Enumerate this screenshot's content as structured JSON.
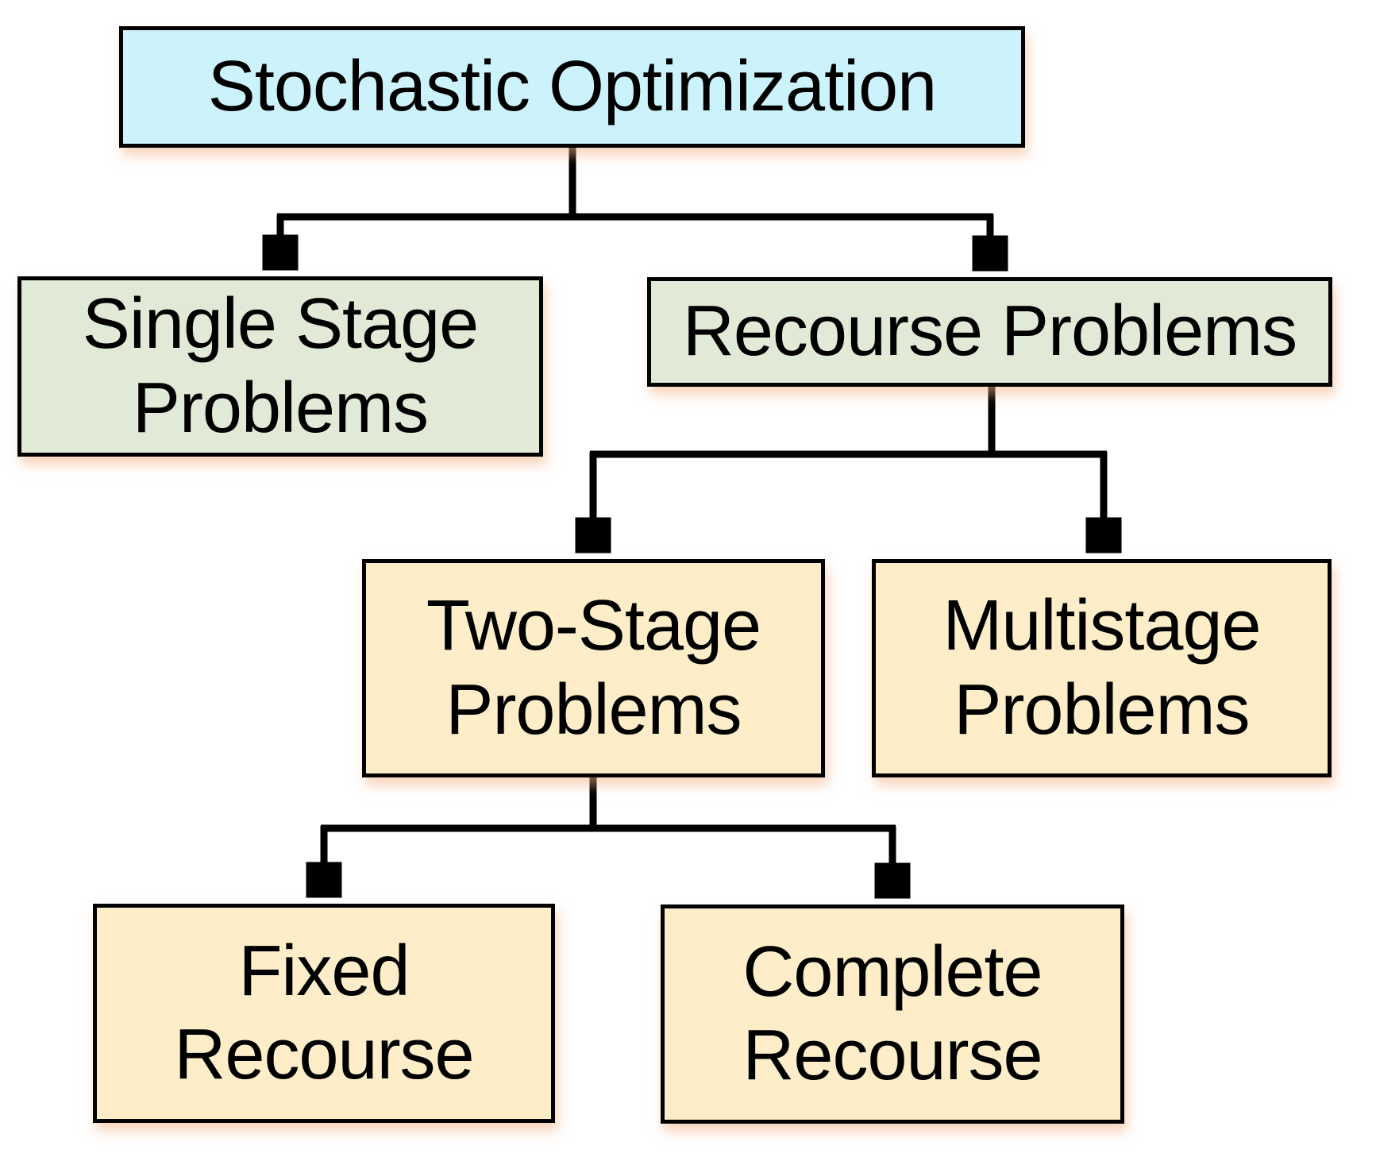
{
  "diagram": {
    "title": "Stochastic Optimization hierarchy",
    "type": "flowchart-tree",
    "colors": {
      "root_fill": "#ccf3fb",
      "level2_fill": "#e1ead6",
      "level3_fill": "#fdeec9",
      "border": "#000000",
      "text": "#000000",
      "connector": "#000000",
      "shadow": "#f4b183",
      "background": "#ffffff"
    },
    "nodes": [
      {
        "id": "stochastic-optimization",
        "label": "Stochastic Optimization",
        "lines": [
          "Stochastic Optimization"
        ],
        "fill": "#ccf3fb",
        "level": 1
      },
      {
        "id": "single-stage-problems",
        "label": "Single Stage Problems",
        "lines": [
          "Single Stage",
          "Problems"
        ],
        "fill": "#e1ead6",
        "level": 2
      },
      {
        "id": "recourse-problems",
        "label": "Recourse Problems",
        "lines": [
          "Recourse Problems"
        ],
        "fill": "#e1ead6",
        "level": 2
      },
      {
        "id": "two-stage-problems",
        "label": "Two-Stage Problems",
        "lines": [
          "Two-Stage",
          "Problems"
        ],
        "fill": "#fdeec9",
        "level": 3
      },
      {
        "id": "multistage-problems",
        "label": "Multistage Problems",
        "lines": [
          "Multistage",
          "Problems"
        ],
        "fill": "#fdeec9",
        "level": 3
      },
      {
        "id": "fixed-recourse",
        "label": "Fixed Recourse",
        "lines": [
          "Fixed",
          "Recourse"
        ],
        "fill": "#fdeec9",
        "level": 4
      },
      {
        "id": "complete-recourse",
        "label": "Complete Recourse",
        "lines": [
          "Complete",
          "Recourse"
        ],
        "fill": "#fdeec9",
        "level": 4
      }
    ],
    "edges": [
      {
        "from": "stochastic-optimization",
        "to": "single-stage-problems"
      },
      {
        "from": "stochastic-optimization",
        "to": "recourse-problems"
      },
      {
        "from": "recourse-problems",
        "to": "two-stage-problems"
      },
      {
        "from": "recourse-problems",
        "to": "multistage-problems"
      },
      {
        "from": "two-stage-problems",
        "to": "fixed-recourse"
      },
      {
        "from": "two-stage-problems",
        "to": "complete-recourse"
      }
    ]
  }
}
